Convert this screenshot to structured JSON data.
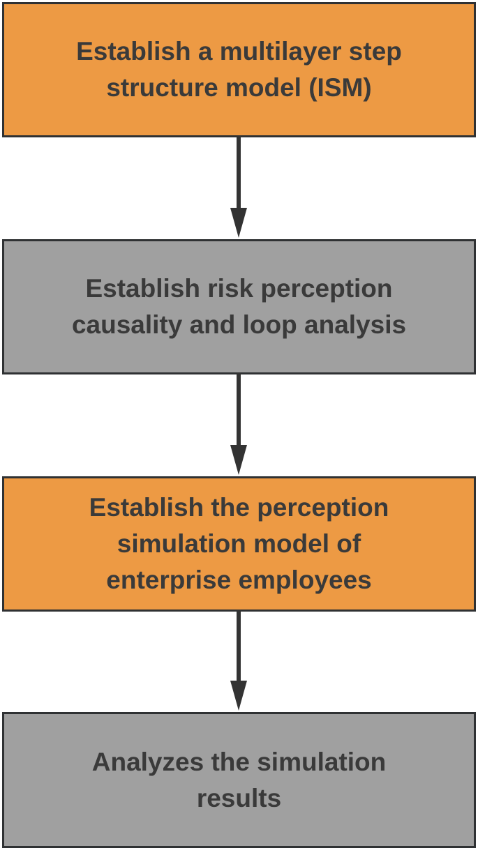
{
  "diagram": {
    "steps": [
      {
        "label": "Establish a multilayer step\nstructure model (ISM)",
        "fill": "#ed9a44"
      },
      {
        "label": "Establish risk perception\ncausality and loop analysis",
        "fill": "#a0a0a0"
      },
      {
        "label": "Establish the perception\nsimulation model of\nenterprise employees",
        "fill": "#ed9a44"
      },
      {
        "label": "Analyzes the simulation\nresults",
        "fill": "#a0a0a0"
      }
    ],
    "colors": {
      "border": "#2f3133",
      "arrow": "#333333",
      "text": "#3a3a3a"
    }
  }
}
